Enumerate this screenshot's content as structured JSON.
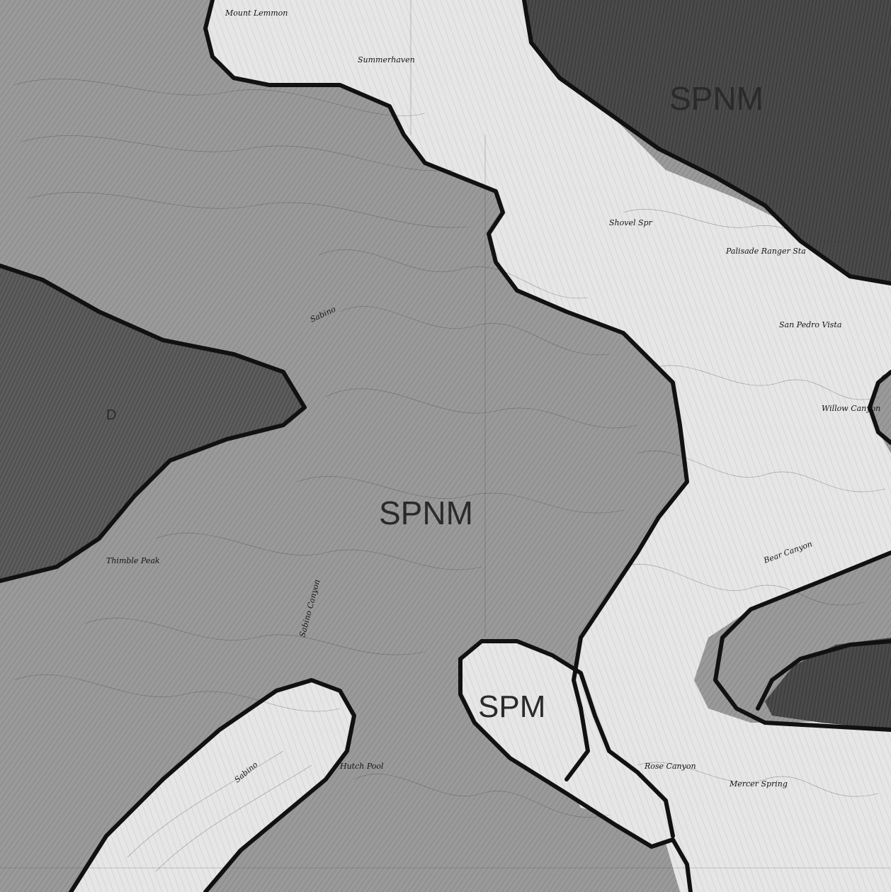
{
  "map": {
    "region_labels": [
      {
        "id": "spnm-center",
        "text": "SPNM"
      },
      {
        "id": "spnm-northeast",
        "text": "SPNM"
      },
      {
        "id": "spm-south",
        "text": "SPM"
      },
      {
        "id": "unit-d",
        "text": "D"
      }
    ],
    "place_labels": [
      {
        "id": "mount-lemmon",
        "text": "Mount Lemmon"
      },
      {
        "id": "summerhaven",
        "text": "Summerhaven"
      },
      {
        "id": "palisade-ranger",
        "text": "Palisade Ranger Sta"
      },
      {
        "id": "san-pedro-vista",
        "text": "San Pedro Vista"
      },
      {
        "id": "willow-canyon",
        "text": "Willow Canyon"
      },
      {
        "id": "sabino",
        "text": "Sabino"
      },
      {
        "id": "sabino-canyon",
        "text": "Sabino Canyon"
      },
      {
        "id": "thimble-peak",
        "text": "Thimble Peak"
      },
      {
        "id": "hutch-pool",
        "text": "Hutch Pool"
      },
      {
        "id": "sabino-south",
        "text": "Sabino"
      },
      {
        "id": "bear-canyon",
        "text": "Bear Canyon"
      },
      {
        "id": "mercer-spring",
        "text": "Mercer Spring"
      },
      {
        "id": "rose-canyon",
        "text": "Rose Canyon"
      },
      {
        "id": "shovel-spr",
        "text": "Shovel Spr"
      }
    ],
    "colors": {
      "paper": "#ffffff",
      "unit_light": "#d8d8d8",
      "unit_medium": "#9a9a9a",
      "unit_dark": "#5c5c5c",
      "boundary": "#111111"
    }
  }
}
